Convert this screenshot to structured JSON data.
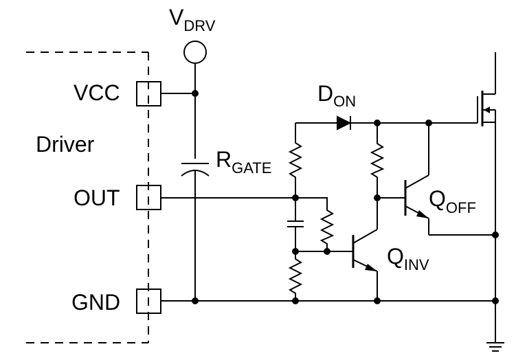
{
  "diagram": {
    "supply": {
      "main": "V",
      "sub": "DRV"
    },
    "driver_label": "Driver",
    "pins": {
      "vcc": "VCC",
      "out": "OUT",
      "gnd": "GND"
    },
    "rgate": {
      "main": "R",
      "sub": "GATE"
    },
    "don": {
      "main": "D",
      "sub": "ON"
    },
    "qoff": {
      "main": "Q",
      "sub": "OFF"
    },
    "qinv": {
      "main": "Q",
      "sub": "INV"
    }
  }
}
